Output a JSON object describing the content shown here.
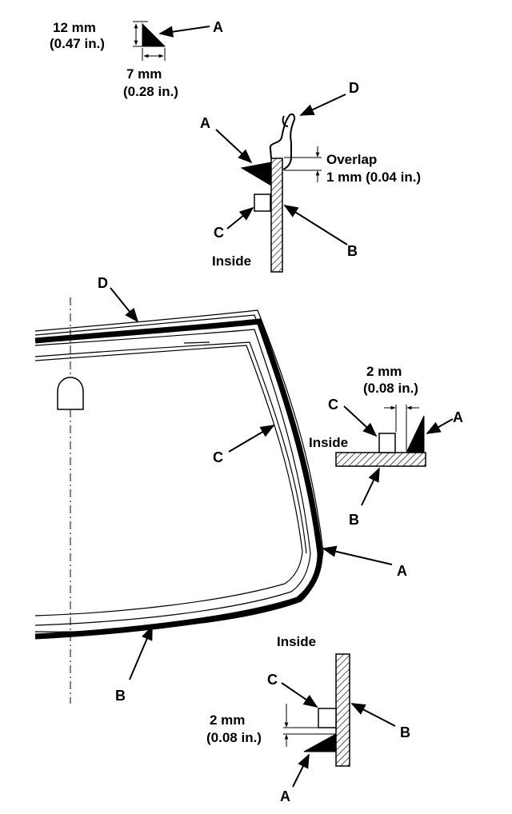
{
  "callouts": {
    "a": "A",
    "b": "B",
    "c": "C",
    "d": "D"
  },
  "dims": {
    "height_mm": "12 mm",
    "height_in": "(0.47 in.)",
    "width_mm": "7 mm",
    "width_in": "(0.28 in.)",
    "overlap_label": "Overlap",
    "overlap_value": "1 mm (0.04 in.)",
    "gap_mm": "2 mm",
    "gap_in": "(0.08 in.)"
  },
  "labels": {
    "inside": "Inside"
  },
  "colors": {
    "ink": "#000000",
    "paper": "#ffffff"
  }
}
